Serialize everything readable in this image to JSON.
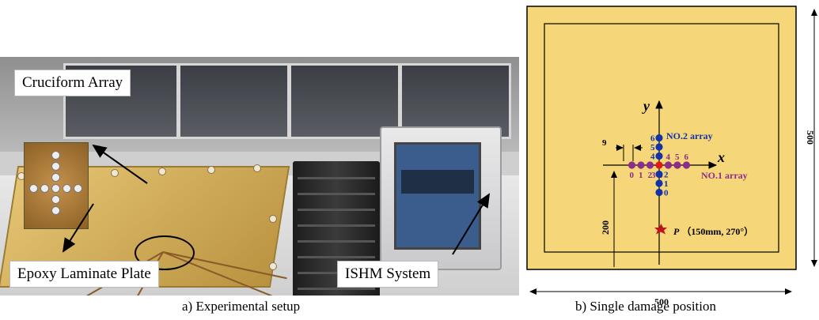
{
  "panel_a": {
    "caption": "a) Experimental setup",
    "labels": {
      "cruciform_array": "Cruciform Array",
      "epoxy_plate": "Epoxy Laminate Plate",
      "ishm_system": "ISHM System"
    }
  },
  "panel_b": {
    "caption": "b) Single damage position",
    "plate_width": "500",
    "plate_height": "500",
    "offset_y": "200",
    "spacing": "9",
    "axis_x": "x",
    "axis_y": "y",
    "array1": {
      "name": "NO.1 array",
      "color": "#8b2d8b",
      "labels": [
        "0",
        "1",
        "2",
        "3",
        "4",
        "5",
        "6"
      ]
    },
    "array2": {
      "name": "NO.2 array",
      "color": "#1433a8",
      "labels": [
        "0",
        "1",
        "2",
        "3",
        "4",
        "5",
        "6"
      ]
    },
    "damage": {
      "symbol": "P",
      "text": "（150mm, 270°）",
      "color": "#c0141a"
    },
    "plate_fill": "#f5d77a",
    "center_color": "#e01818"
  }
}
